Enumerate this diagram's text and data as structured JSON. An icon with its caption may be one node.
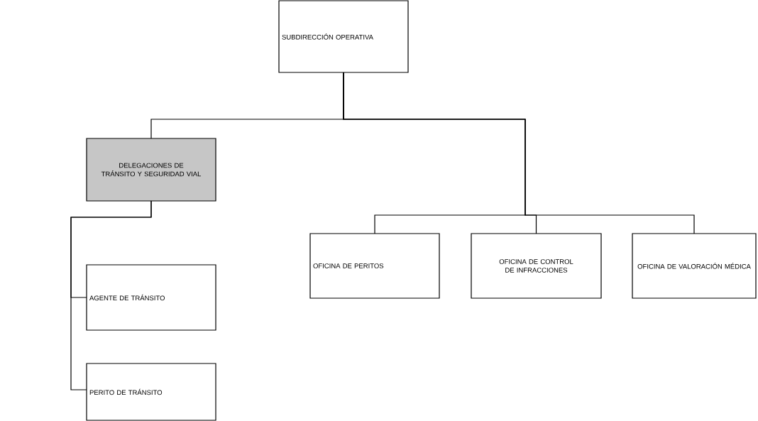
{
  "diagram": {
    "nodes": [
      {
        "text": [
          "SUBDIRECCIÓN OPERATIVA"
        ]
      },
      {
        "text": [
          "DELEGACIONES DE TRÁNSITO Y SEGURIDAD VIAL"
        ]
      },
      {
        "text": [
          "AGENTE DE TRÁNSITO"
        ]
      },
      {
        "text": [
          "PERITO DE TRÁNSITO"
        ]
      },
      {
        "text": [
          "OFICINA DE PERITOS"
        ]
      },
      {
        "text": [
          "OFICINA DE CONTROL DE INFRACCIONES"
        ]
      },
      {
        "text": [
          "OFICINA DE VALORACIÓN MÉDICA"
        ]
      }
    ],
    "edges": [
      {
        "from": 0,
        "to": 1,
        "arrow": "none"
      },
      {
        "from": 0,
        "to": 4,
        "arrow": "none"
      },
      {
        "from": 0,
        "to": 5,
        "arrow": "none"
      },
      {
        "from": 0,
        "to": 6,
        "arrow": "none"
      },
      {
        "from": 1,
        "to": 2,
        "arrow": "none"
      },
      {
        "from": 1,
        "to": 3,
        "arrow": "none"
      }
    ]
  }
}
